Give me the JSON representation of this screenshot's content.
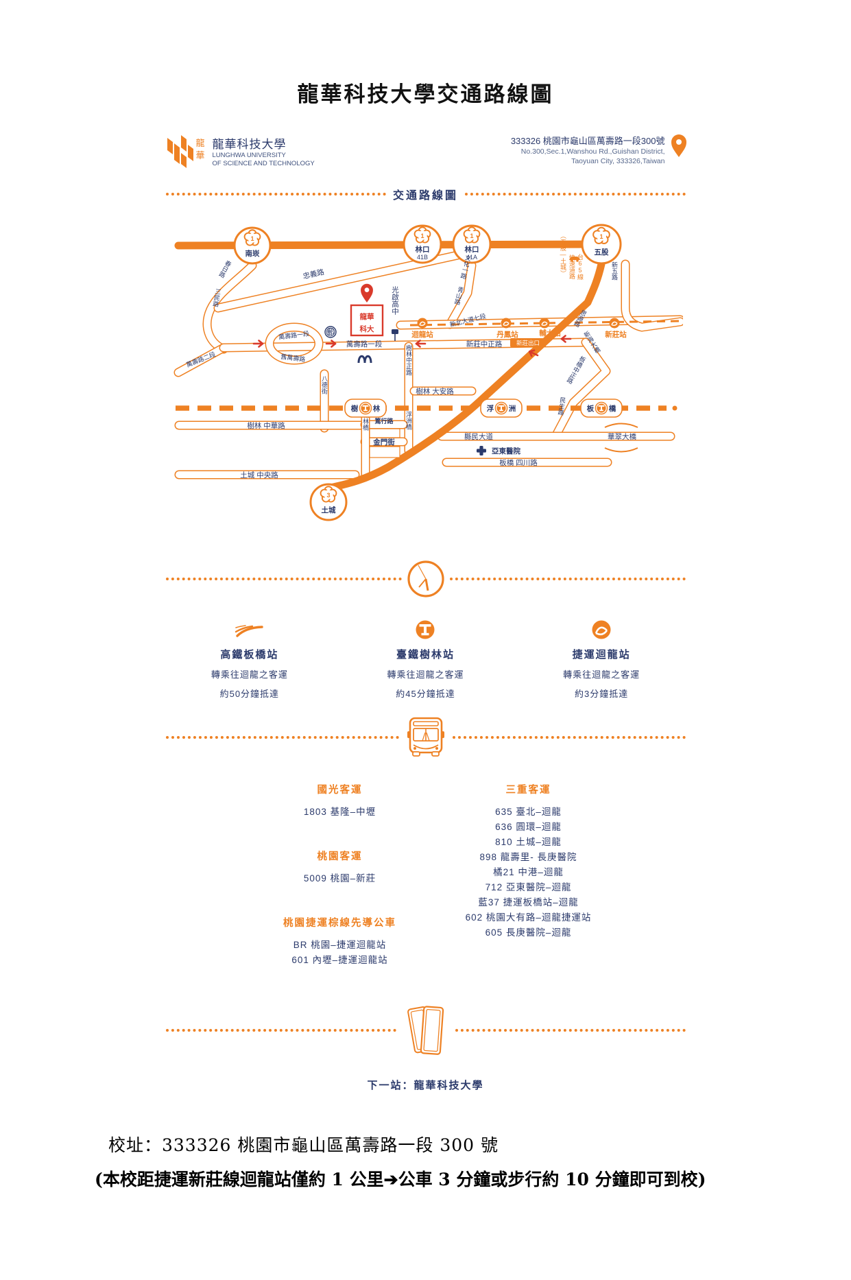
{
  "colors": {
    "orange": "#EE8123",
    "navy": "#2B3A6B",
    "red": "#D93A2B"
  },
  "page": {
    "title": "龍華科技大學交通路線圖"
  },
  "header": {
    "logo_zh": "龍華科技大學",
    "logo_en1": "LUNGHWA UNIVERSITY",
    "logo_en2": "OF SCIENCE AND TECHNOLOGY",
    "address_zh": "333326 桃園市龜山區萬壽路一段300號",
    "address_en1": "No.300,Sec.1,Wanshou Rd.,Guishan District,",
    "address_en2": "Taoyuan City, 333326,Taiwan"
  },
  "section_title": "交通路線圖",
  "map": {
    "hwy1": "1",
    "hwy3": "3",
    "nankan": "南崁",
    "linkou_b": "林口",
    "exit41b": "41B",
    "linkou_a": "林口",
    "exit41a": "41A",
    "wugu": "五股",
    "tucheng_exit": "土城",
    "chunri": "春日路",
    "sanmin": "三民路",
    "zhongyi": "忠義路",
    "wenhua": "文化一路",
    "qingshan": "青山路",
    "wanshou2": "萬壽路二段",
    "wanshou1_loop": "萬壽路一段",
    "wanshou_old": "舊萬壽路",
    "wanshou1": "萬壽路一段",
    "xz_zhongzheng": "新莊中正路",
    "xz_exit": "新莊出口",
    "xinbei7": "新北大道七段",
    "siyuan": "思源路",
    "xinwu": "新五路",
    "tai65_line": "台65線",
    "tai65_expwy": "快速道路",
    "tai65_range": "（五股—土城）",
    "mrt_huilong": "迴龍站",
    "mrt_danfeng": "丹鳳站",
    "mrt_fuda": "輔大站",
    "mrt_xinzhuang": "新莊站",
    "longhua_r1": "龍華",
    "longhua_r2": "科大",
    "guangqi": "光啟高中",
    "post": "郵",
    "mcdonalds": "",
    "xinhai": "新海大橋",
    "bq_zhongzheng": "板橋中正路",
    "minsheng": "民生路",
    "sl_zhongzheng": "樹林中正路",
    "sl_daan": "樹林 大安路",
    "bade": "八德街",
    "sl_zhonghua": "樹林 中華路",
    "duxing": "篤行路",
    "jinmen": "金門街",
    "chenglin": "城林橋",
    "fuzhou_bridge": "浮洲橋",
    "tc_zhongyang": "土城 中央路",
    "xianmin": "縣民大道",
    "yadong": "亞東醫院",
    "sichuan": "板橋 四川路",
    "huacui": "華翠大橋",
    "st_shulin_1": "樹",
    "st_shulin_2": "林",
    "st_fuzhou_1": "浮",
    "st_fuzhou_2": "洲",
    "st_banqiao_1": "板",
    "st_banqiao_2": "橋"
  },
  "transfer": {
    "items": [
      {
        "station": "高鐵板橋站",
        "line1": "轉乘往迴龍之客運",
        "line2": "約50分鐘抵達"
      },
      {
        "station": "臺鐵樹林站",
        "line1": "轉乘往迴龍之客運",
        "line2": "約45分鐘抵達"
      },
      {
        "station": "捷運迴龍站",
        "line1": "轉乘往迴龍之客運",
        "line2": "約3分鐘抵達"
      }
    ]
  },
  "bus": {
    "left_groups": [
      {
        "title": "國光客運",
        "routes": [
          "1803 基隆–中壢"
        ]
      },
      {
        "title": "桃園客運",
        "routes": [
          "5009 桃園–新莊"
        ]
      },
      {
        "title": "桃園捷運棕線先導公車",
        "routes": [
          "BR 桃園–捷運迴龍站",
          "601 內壢–捷運迴龍站"
        ]
      }
    ],
    "right_group": {
      "title": "三重客運",
      "routes": [
        "635 臺北–迴龍",
        "636 圓環–迴龍",
        "810 土城–迴龍",
        "898 龍壽里- 長庚醫院",
        "橘21 中港–迴龍",
        "712 亞東醫院–迴龍",
        "藍37 捷運板橋站–迴龍",
        "602 桃園大有路–迴龍捷運站",
        "605 長庚醫院–迴龍"
      ]
    }
  },
  "next_stop": "下一站：龍華科技大學",
  "footer": {
    "address_line": "校址：333326 桃園市龜山區萬壽路一段 300 號",
    "note_line": "(本校距捷運新莊線迴龍站僅約 1 公里➔公車 3 分鐘或步行約 10 分鐘即可到校)"
  }
}
